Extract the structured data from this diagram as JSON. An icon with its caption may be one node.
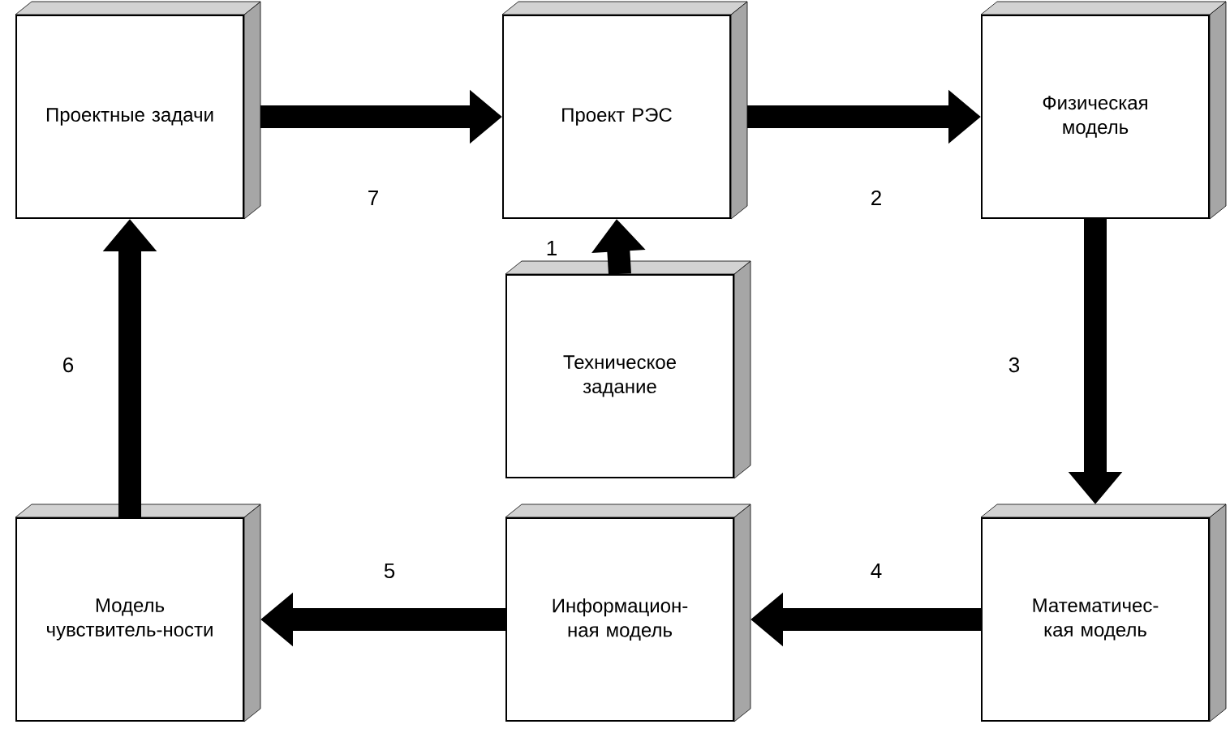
{
  "diagram": {
    "nodes": [
      {
        "text": [
          "Проектные задачи"
        ]
      },
      {
        "text": [
          "Проект РЭС"
        ]
      },
      {
        "text": [
          "Физическая модель"
        ]
      },
      {
        "text": [
          "Техническое задание"
        ]
      },
      {
        "text": [
          "Модель чувствитель-ности"
        ]
      },
      {
        "text": [
          "Информацион-ная модель"
        ]
      },
      {
        "text": [
          "Математичес-кая модель"
        ]
      }
    ],
    "edges": [
      {
        "from": 0,
        "to": 1,
        "arrow": "to",
        "label": "7"
      },
      {
        "from": 1,
        "to": 2,
        "arrow": "to",
        "label": "2"
      },
      {
        "from": 2,
        "to": 6,
        "arrow": "to",
        "label": "3"
      },
      {
        "from": 6,
        "to": 5,
        "arrow": "to",
        "label": "4"
      },
      {
        "from": 5,
        "to": 4,
        "arrow": "to",
        "label": "5"
      },
      {
        "from": 4,
        "to": 0,
        "arrow": "to",
        "label": "6"
      },
      {
        "from": 3,
        "to": 1,
        "arrow": "to",
        "label": "1"
      }
    ]
  }
}
